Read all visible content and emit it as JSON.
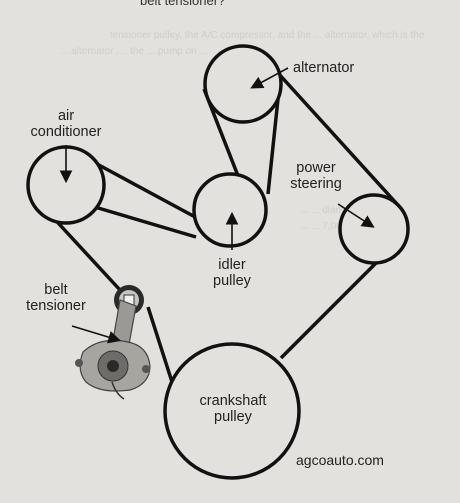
{
  "header": {
    "text": "belt tensioner?"
  },
  "background_text": {
    "line1": "tensioner pulley, the A/C compressor, and the ... alternator, which is the",
    "line2": "... alternator .... the ... pump on ...",
    "line3": "... ... diameter pulley",
    "line4": "... ... 7,000 ..."
  },
  "labels": {
    "alternator": "alternator",
    "air_conditioner": [
      "air",
      "conditioner"
    ],
    "power_steering": [
      "power",
      "steering"
    ],
    "idler_pulley": [
      "idler",
      "pulley"
    ],
    "belt_tensioner": [
      "belt",
      "tensioner"
    ],
    "crankshaft_pulley": [
      "crankshaft",
      "pulley"
    ]
  },
  "watermark": "agcoauto.com",
  "colors": {
    "background": "#e2e1dd",
    "ink": "#111111"
  }
}
